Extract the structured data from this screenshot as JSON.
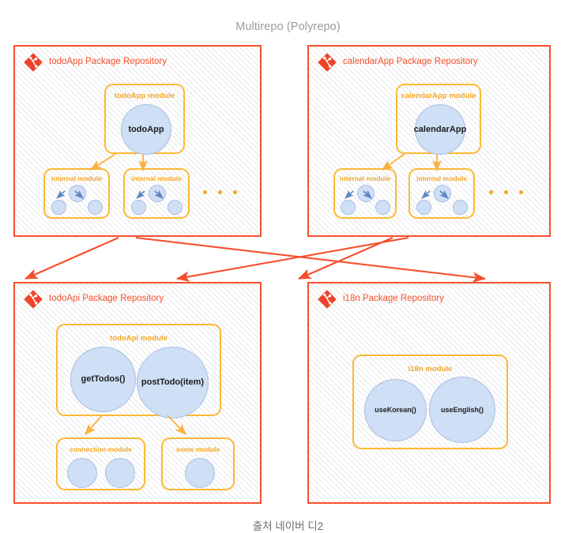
{
  "diagram": {
    "title": "Multirepo (Polyrepo)",
    "footer": "출처 네이버 디2",
    "colors": {
      "repo_border": "#f5502e",
      "module_border": "#fdb933",
      "module_label": "#f5a623",
      "node_fill": "#cfdff5",
      "node_border": "#a7bfe0",
      "arrow_red": "#f5502e",
      "arrow_orange": "#fbb040",
      "arrow_blue": "#5b84c4",
      "title_text": "#9b9b9b",
      "footer_text": "#6e6e6e"
    },
    "icon": "git-repository-icon"
  },
  "repositories": [
    {
      "id": "todoapp",
      "title": "todoApp Package Repository",
      "main_module": {
        "label": "todoApp module",
        "nodes": [
          {
            "label": "todoApp"
          }
        ]
      },
      "internal_modules": [
        {
          "label": "internal module",
          "node_count": 3
        },
        {
          "label": "internal module",
          "node_count": 3
        }
      ],
      "ellipsis": "..."
    },
    {
      "id": "calendarapp",
      "title": "calendarApp Package Repository",
      "main_module": {
        "label": "calendarApp module",
        "nodes": [
          {
            "label": "calendarApp"
          }
        ]
      },
      "internal_modules": [
        {
          "label": "internal module",
          "node_count": 3
        },
        {
          "label": "internal module",
          "node_count": 3
        }
      ],
      "ellipsis": "..."
    },
    {
      "id": "todoapi",
      "title": "todoApi Package Repository",
      "main_module": {
        "label": "todoApi module",
        "nodes": [
          {
            "label": "getTodos()"
          },
          {
            "label": "postTodo(item)"
          }
        ]
      },
      "sub_modules": [
        {
          "label": "connection module",
          "node_count": 2
        },
        {
          "label": "some module",
          "node_count": 1
        }
      ]
    },
    {
      "id": "i18n",
      "title": "i18n Package Repository",
      "main_module": {
        "label": "i18n module",
        "nodes": [
          {
            "label": "useKorean()"
          },
          {
            "label": "useEnglish()"
          }
        ]
      }
    }
  ],
  "dependencies": [
    {
      "from": "todoapp",
      "to": "todoapi"
    },
    {
      "from": "todoapp",
      "to": "i18n"
    },
    {
      "from": "calendarapp",
      "to": "todoapi"
    },
    {
      "from": "calendarapp",
      "to": "i18n"
    }
  ]
}
